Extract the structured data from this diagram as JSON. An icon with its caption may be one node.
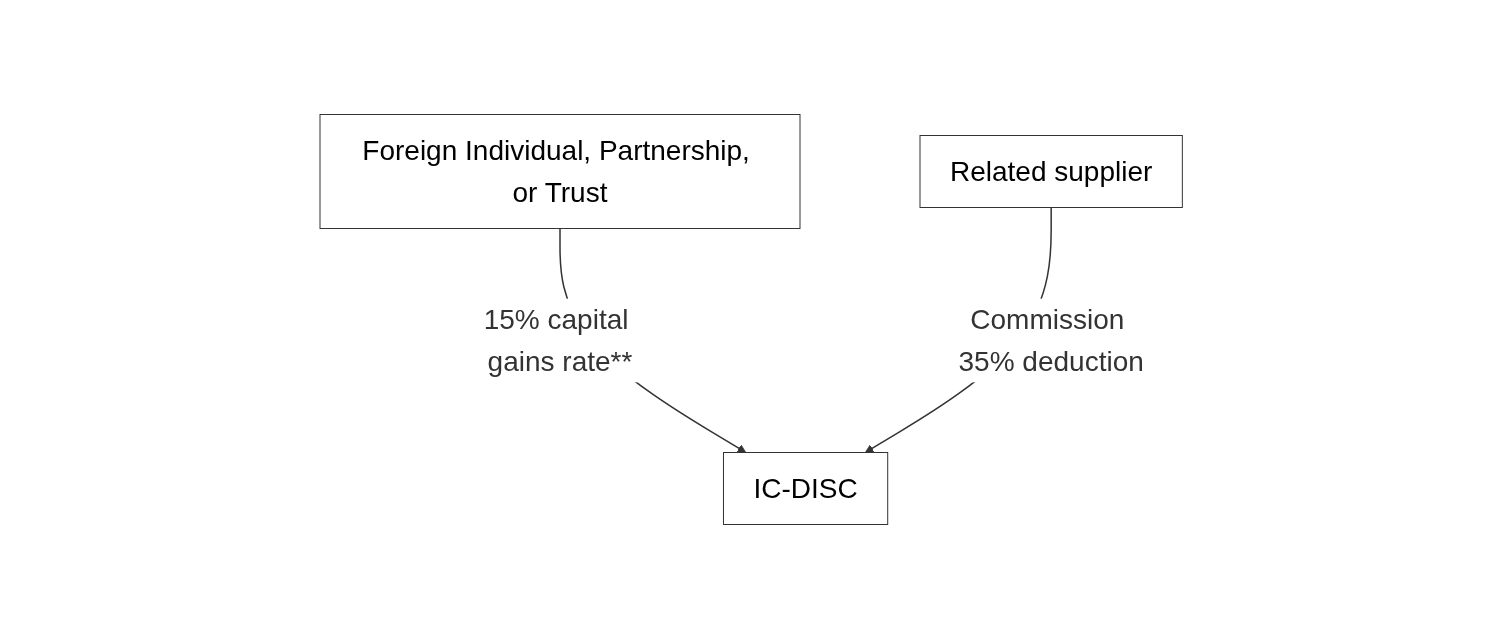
{
  "diagram": {
    "nodes": [
      {
        "text": [
          "Foreign Individual, Partnership, or Trust"
        ]
      },
      {
        "text": [
          "IC-DISC"
        ]
      },
      {
        "text": [
          "Related supplier"
        ]
      }
    ],
    "edges": [
      {
        "from": 0,
        "to": 1,
        "arrow": "to",
        "label": "15% capital gains rate**"
      },
      {
        "from": 2,
        "to": 1,
        "arrow": "to",
        "label": "Commission 35% deduction"
      }
    ]
  }
}
